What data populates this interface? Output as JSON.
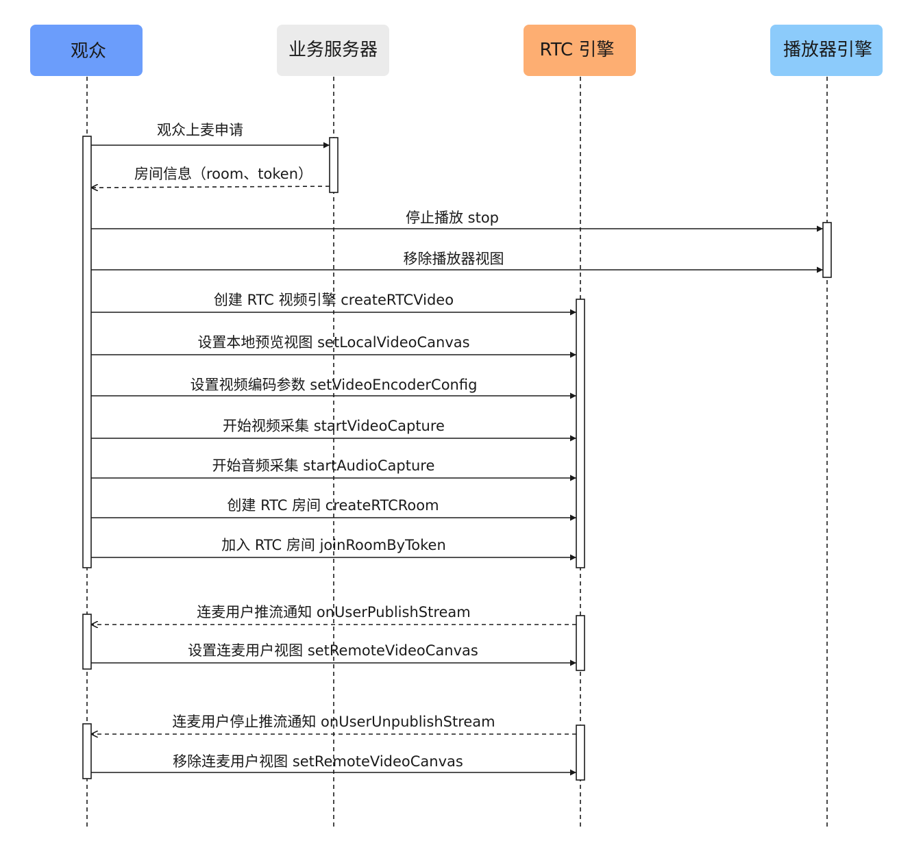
{
  "participants": [
    {
      "id": "audience",
      "label": "观众",
      "color": "#6b9dfb"
    },
    {
      "id": "server",
      "label": "业务服务器",
      "color": "#ebebeb"
    },
    {
      "id": "rtc",
      "label": "RTC 引擎",
      "color": "#fdae72"
    },
    {
      "id": "player",
      "label": "播放器引擎",
      "color": "#8ccbfb"
    }
  ],
  "messages": [
    {
      "from": "audience",
      "to": "server",
      "label": "观众上麦申请",
      "style": "solid"
    },
    {
      "from": "server",
      "to": "audience",
      "label": "房间信息（room、token）",
      "style": "dashed"
    },
    {
      "from": "audience",
      "to": "player",
      "label": "停止播放 stop",
      "style": "solid"
    },
    {
      "from": "audience",
      "to": "player",
      "label": "移除播放器视图",
      "style": "solid"
    },
    {
      "from": "audience",
      "to": "rtc",
      "label": "创建 RTC 视频引擎   createRTCVideo",
      "style": "solid"
    },
    {
      "from": "audience",
      "to": "rtc",
      "label": "设置本地预览视图 setLocalVideoCanvas",
      "style": "solid"
    },
    {
      "from": "audience",
      "to": "rtc",
      "label": "设置视频编码参数 setVideoEncoderConfig",
      "style": "solid"
    },
    {
      "from": "audience",
      "to": "rtc",
      "label": "开始视频采集 startVideoCapture",
      "style": "solid"
    },
    {
      "from": "audience",
      "to": "rtc",
      "label": "开始音频采集 startAudioCapture",
      "style": "solid"
    },
    {
      "from": "audience",
      "to": "rtc",
      "label": "创建 RTC 房间 createRTCRoom",
      "style": "solid"
    },
    {
      "from": "audience",
      "to": "rtc",
      "label": "加入 RTC 房间 joinRoomByToken",
      "style": "solid"
    },
    {
      "from": "rtc",
      "to": "audience",
      "label": "连麦用户推流通知 onUserPublishStream",
      "style": "dashed"
    },
    {
      "from": "audience",
      "to": "rtc",
      "label": "设置连麦用户视图 setRemoteVideoCanvas",
      "style": "solid"
    },
    {
      "from": "rtc",
      "to": "audience",
      "label": "连麦用户停止推流通知 onUserUnpublishStream",
      "style": "dashed"
    },
    {
      "from": "audience",
      "to": "rtc",
      "label": "移除连麦用户视图 setRemoteVideoCanvas",
      "style": "solid"
    }
  ]
}
